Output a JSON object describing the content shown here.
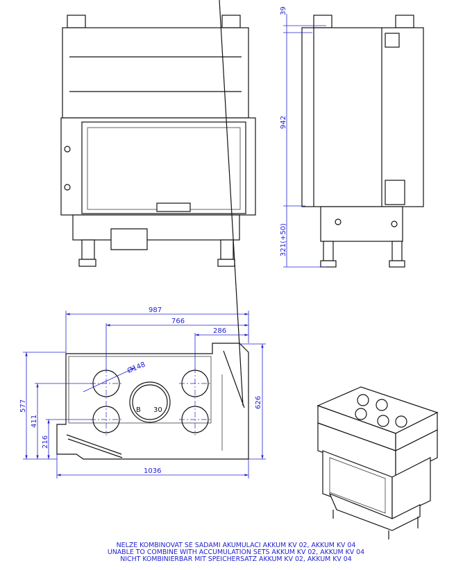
{
  "dimensions": {
    "side_top": "39",
    "side_height": "942",
    "side_base": "321(+50)",
    "plan_width": "987",
    "plan_flue_offset": "766",
    "plan_right_offset": "286",
    "plan_depth_left": "577",
    "plan_flue_y1": "411",
    "plan_flue_y2": "216",
    "plan_depth_right": "626",
    "plan_total_width": "1036",
    "flue_diameter": "Ø148"
  },
  "plan_labels": {
    "left_mark": "B",
    "right_mark": "30"
  },
  "notes": [
    "NELZE KOMBINOVAT SE SADAMI AKUMULACI AKKUM KV 02, AKKUM KV 04",
    "UNABLE TO COMBINE WITH ACCUMULATION SETS AKKUM KV 02, AKKUM KV 04",
    "NICHT KOMBINIERBAR MIT SPEICHERSATZ AKKUM KV 02, AKKUM KV 04"
  ],
  "colors": {
    "dimension": "#2020d0",
    "drawing": "#111111"
  }
}
